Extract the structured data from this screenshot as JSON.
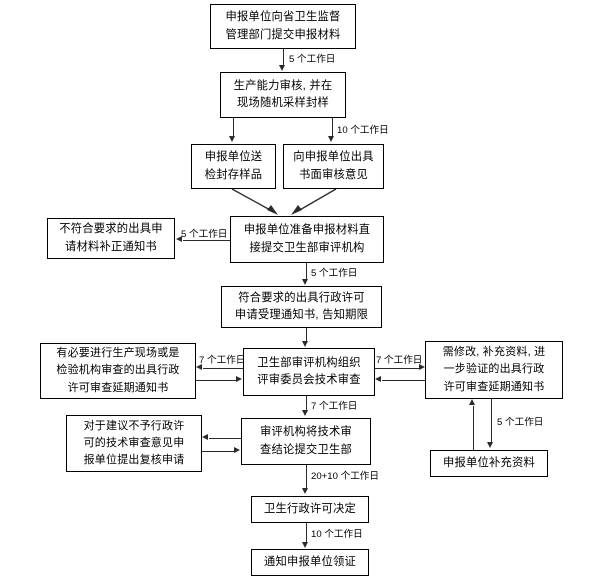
{
  "chart_data": {
    "type": "diagram",
    "title": "卫生行政许可审批流程图",
    "diagram_kind": "flowchart",
    "orientation": "top-to-bottom",
    "nodes": [
      {
        "id": "n1",
        "lines": [
          "申报单位向省卫生监督",
          "管理部门提交申报材料"
        ]
      },
      {
        "id": "n2",
        "lines": [
          "生产能力审核, 并在",
          "现场随机采样封样"
        ]
      },
      {
        "id": "n3",
        "lines": [
          "申报单位送",
          "检封存样品"
        ]
      },
      {
        "id": "n4",
        "lines": [
          "向申报单位出具",
          "书面审核意见"
        ]
      },
      {
        "id": "n5",
        "lines": [
          "不符合要求的出具申",
          "请材料补正通知书"
        ]
      },
      {
        "id": "n6",
        "lines": [
          "申报单位准备申报材料直",
          "接提交卫生部审评机构"
        ]
      },
      {
        "id": "n7",
        "lines": [
          "符合要求的出具行政许可",
          "申请受理通知书, 告知期限"
        ]
      },
      {
        "id": "n8",
        "lines": [
          "有必要进行生产现场或是",
          "检验机构审查的出具行政",
          "许可审查延期通知书"
        ]
      },
      {
        "id": "n9",
        "lines": [
          "卫生部审评机构组织",
          "评审委员会技术审查"
        ]
      },
      {
        "id": "n10",
        "lines": [
          "需修改, 补充资料, 进",
          "一步验证的出具行政",
          "许可审查延期通知书"
        ]
      },
      {
        "id": "n11",
        "lines": [
          "对于建议不予行政许",
          "可的技术审查意见申",
          "报单位提出复核申请"
        ]
      },
      {
        "id": "n12",
        "lines": [
          "审评机构将技术审",
          "查结论提交卫生部"
        ]
      },
      {
        "id": "n13",
        "lines": [
          "申报单位补充资料"
        ]
      },
      {
        "id": "n14",
        "lines": [
          "卫生行政许可决定"
        ]
      },
      {
        "id": "n15",
        "lines": [
          "通知申报单位领证"
        ]
      }
    ],
    "edges": [
      {
        "from": "n1",
        "to": "n2",
        "label": "5 个工作日"
      },
      {
        "from": "n2",
        "to": "n3",
        "label": ""
      },
      {
        "from": "n2",
        "to": "n4",
        "label": "10 个工作日"
      },
      {
        "from": "n3",
        "to": "n6",
        "label": ""
      },
      {
        "from": "n4",
        "to": "n6",
        "label": ""
      },
      {
        "from": "n6",
        "to": "n5",
        "label": "5 个工作日"
      },
      {
        "from": "n6",
        "to": "n7",
        "label": "5 个工作日"
      },
      {
        "from": "n7",
        "to": "n9",
        "label": ""
      },
      {
        "from": "n9",
        "to": "n8",
        "label": "7 个工作日"
      },
      {
        "from": "n8",
        "to": "n9",
        "label": ""
      },
      {
        "from": "n9",
        "to": "n10",
        "label": "7 个工作日"
      },
      {
        "from": "n10",
        "to": "n9",
        "label": ""
      },
      {
        "from": "n9",
        "to": "n12",
        "label": "7 个工作日"
      },
      {
        "from": "n12",
        "to": "n11",
        "label": ""
      },
      {
        "from": "n11",
        "to": "n12",
        "label": ""
      },
      {
        "from": "n10",
        "to": "n13",
        "label": "5 个工作日"
      },
      {
        "from": "n13",
        "to": "n10",
        "label": ""
      },
      {
        "from": "n12",
        "to": "n14",
        "label": "20+10 个工作日"
      },
      {
        "from": "n14",
        "to": "n15",
        "label": "10 个工作日"
      }
    ],
    "edge_labels": [
      "5 个工作日",
      "10 个工作日",
      "5 个工作日",
      "5 个工作日",
      "7 个工作日",
      "7 个工作日",
      "7 个工作日",
      "5 个工作日",
      "20+10 个工作日",
      "10 个工作日"
    ],
    "colors": {
      "box_border": "#000000",
      "box_fill": "#ffffff",
      "line": "#2b2b2b",
      "text": "#000000",
      "background": "#ffffff"
    }
  },
  "nodes": {
    "n1": {
      "l1": "申报单位向省卫生监督",
      "l2": "管理部门提交申报材料"
    },
    "n2": {
      "l1": "生产能力审核, 并在",
      "l2": "现场随机采样封样"
    },
    "n3": {
      "l1": "申报单位送",
      "l2": "检封存样品"
    },
    "n4": {
      "l1": "向申报单位出具",
      "l2": "书面审核意见"
    },
    "n5": {
      "l1": "不符合要求的出具申",
      "l2": "请材料补正通知书"
    },
    "n6": {
      "l1": "申报单位准备申报材料直",
      "l2": "接提交卫生部审评机构"
    },
    "n7": {
      "l1": "符合要求的出具行政许可",
      "l2": "申请受理通知书, 告知期限"
    },
    "n8": {
      "l1": "有必要进行生产现场或是",
      "l2": "检验机构审查的出具行政",
      "l3": "许可审查延期通知书"
    },
    "n9": {
      "l1": "卫生部审评机构组织",
      "l2": "评审委员会技术审查"
    },
    "n10": {
      "l1": "需修改, 补充资料, 进",
      "l2": "一步验证的出具行政",
      "l3": "许可审查延期通知书"
    },
    "n11": {
      "l1": "对于建议不予行政许",
      "l2": "可的技术审查意见申",
      "l3": "报单位提出复核申请"
    },
    "n12": {
      "l1": "审评机构将技术审",
      "l2": "查结论提交卫生部"
    },
    "n13": {
      "l1": "申报单位补充资料"
    },
    "n14": {
      "l1": "卫生行政许可决定"
    },
    "n15": {
      "l1": "通知申报单位领证"
    }
  },
  "labels": {
    "e1_n1_n2": "5 个工作日",
    "e2_n2_n4": "10 个工作日",
    "e3_n6_n5": "5 个工作日",
    "e4_n6_n7": "5 个工作日",
    "e5_n9_n8": "7 个工作日",
    "e6_n9_n10": "7 个工作日",
    "e7_n9_n12": "7 个工作日",
    "e8_n10_n13": "5 个工作日",
    "e9_n12_n14": "20+10 个工作日",
    "e10_n14_n15": "10 个工作日"
  }
}
